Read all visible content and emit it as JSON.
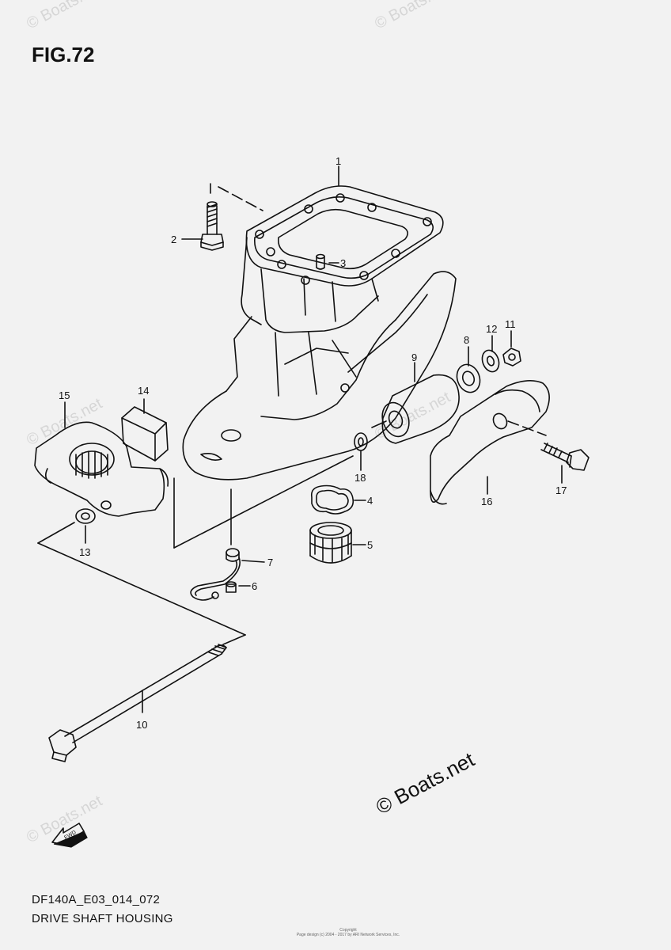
{
  "figure": {
    "title": "FIG.72",
    "model_code": "DF140A_E03_014_072",
    "section_name": "DRIVE SHAFT HOUSING"
  },
  "watermark": {
    "text": "© Boats.net",
    "main": "© Boats.net"
  },
  "copyright_block": {
    "line1": "Copyright",
    "line2": "Page design (c) 2004 - 2017 by ARI Network Services, Inc."
  },
  "fwd_arrow": {
    "label": "FWD"
  },
  "callouts": [
    {
      "num": "1"
    },
    {
      "num": "2"
    },
    {
      "num": "3"
    },
    {
      "num": "4"
    },
    {
      "num": "5"
    },
    {
      "num": "6"
    },
    {
      "num": "7"
    },
    {
      "num": "8"
    },
    {
      "num": "9"
    },
    {
      "num": "10"
    },
    {
      "num": "11"
    },
    {
      "num": "12"
    },
    {
      "num": "13"
    },
    {
      "num": "14"
    },
    {
      "num": "15"
    },
    {
      "num": "16"
    },
    {
      "num": "17"
    },
    {
      "num": "18"
    }
  ],
  "colors": {
    "background": "#f2f2f2",
    "line": "#111111",
    "watermark": "#d6d6d6"
  }
}
